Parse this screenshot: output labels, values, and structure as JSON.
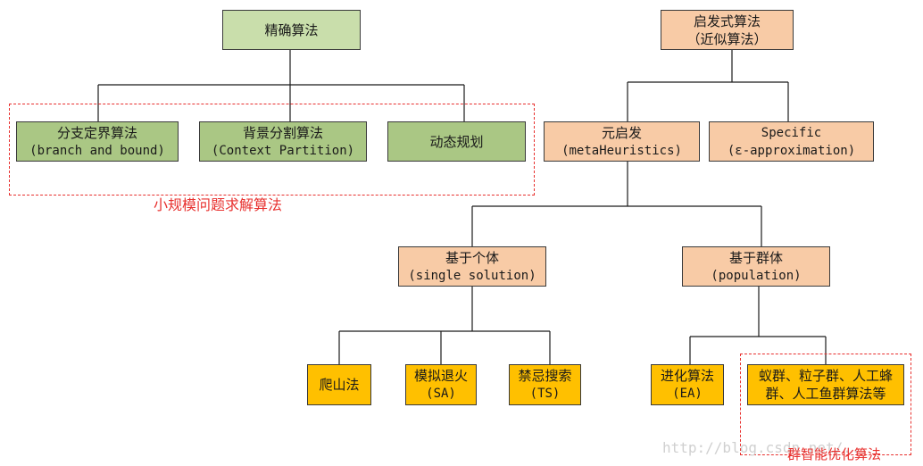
{
  "nodes": {
    "exact": {
      "line1": "精确算法"
    },
    "heuristic": {
      "line1": "启发式算法",
      "line2": "（近似算法）"
    },
    "branch_bound": {
      "line1": "分支定界算法",
      "line2": "(branch and bound)"
    },
    "context_partition": {
      "line1": "背景分割算法",
      "line2": "(Context Partition)"
    },
    "dynamic_programming": {
      "line1": "动态规划"
    },
    "metaheuristics": {
      "line1": "元启发",
      "line2": "(metaHeuristics)"
    },
    "specific": {
      "line1": "Specific",
      "line2": "(ε-approximation)"
    },
    "single_solution": {
      "line1": "基于个体",
      "line2": "(single solution)"
    },
    "population": {
      "line1": "基于群体",
      "line2": "(population)"
    },
    "hill_climbing": {
      "line1": "爬山法"
    },
    "simulated_annealing": {
      "line1": "模拟退火",
      "line2": "(SA)"
    },
    "tabu_search": {
      "line1": "禁忌搜索",
      "line2": "(TS)"
    },
    "evolutionary": {
      "line1": "进化算法",
      "line2": "(EA)"
    },
    "swarm": {
      "line1": "蚁群、粒子群、人工蜂",
      "line2": "群、人工鱼群算法等"
    }
  },
  "groups": {
    "small_scale": "小规模问题求解算法",
    "swarm_intelligence": "群智能优化算法"
  },
  "watermark": "http://blog.csdn.net/..."
}
